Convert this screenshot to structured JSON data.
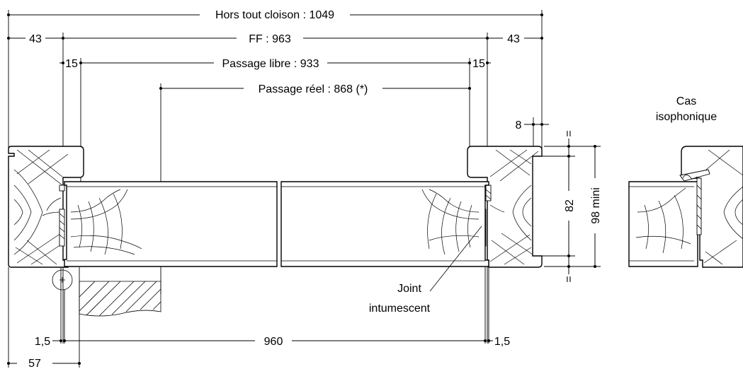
{
  "dimensions": {
    "overall": "Hors tout cloison : 1049",
    "ff": "FF : 963",
    "left_43": "43",
    "right_43": "43",
    "passage_libre": "Passage libre : 933",
    "left_15": "15",
    "right_15": "15",
    "passage_reel": "Passage réel : 868 (*)",
    "gap_8": "8",
    "equal_top": "=",
    "equal_bottom": "=",
    "depth_82": "82",
    "depth_98": "98 mini",
    "bottom_left_15": "1,5",
    "bottom_960": "960",
    "bottom_right_15": "1,5",
    "bottom_57": "57"
  },
  "labels": {
    "joint_line1": "Joint",
    "joint_line2": "intumescent",
    "case_line1": "Cas",
    "case_line2": "isophonique"
  },
  "colors": {
    "line": "#000000",
    "background": "#ffffff"
  }
}
